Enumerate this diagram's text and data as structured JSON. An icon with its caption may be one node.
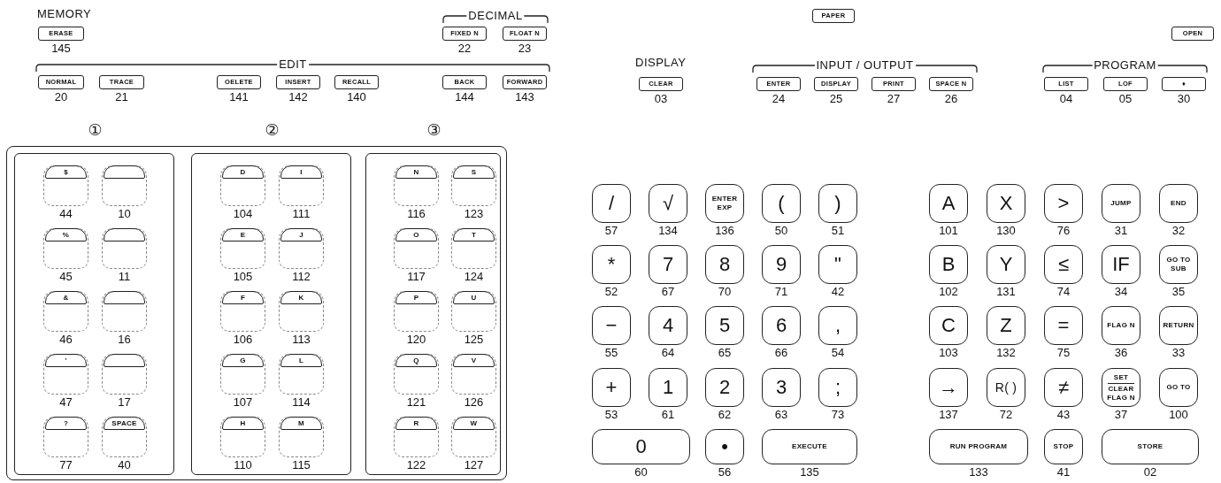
{
  "diagram": {
    "nodes": [
      {
        "text": [
          "ERASE"
        ],
        "beside": [
          "145"
        ]
      },
      {
        "text": [
          "FIXED N"
        ],
        "beside": [
          "22"
        ]
      },
      {
        "text": [
          "FLOAT N"
        ],
        "beside": [
          "23"
        ]
      },
      {
        "text": [
          "PAPER"
        ]
      },
      {
        "text": [
          "OPEN"
        ]
      },
      {
        "text": [
          "NORMAL"
        ],
        "beside": [
          "20"
        ]
      },
      {
        "text": [
          "TRACE"
        ],
        "beside": [
          "21"
        ]
      },
      {
        "text": [
          "OELETE"
        ],
        "beside": [
          "141"
        ]
      },
      {
        "text": [
          "INSERT"
        ],
        "beside": [
          "142"
        ]
      },
      {
        "text": [
          "RECALL"
        ],
        "beside": [
          "140"
        ]
      },
      {
        "text": [
          "BACK"
        ],
        "beside": [
          "144"
        ]
      },
      {
        "text": [
          "FORWARD"
        ],
        "beside": [
          "143"
        ]
      },
      {
        "text": [
          "CLEAR"
        ],
        "beside": [
          "03"
        ]
      },
      {
        "text": [
          "ENTER"
        ],
        "beside": [
          "24"
        ]
      },
      {
        "text": [
          "DISPLAY"
        ],
        "beside": [
          "25"
        ]
      },
      {
        "text": [
          "PRINT"
        ],
        "beside": [
          "27"
        ]
      },
      {
        "text": [
          "SPACE N"
        ],
        "beside": [
          "26"
        ]
      },
      {
        "text": [
          "LIST"
        ],
        "beside": [
          "04"
        ]
      },
      {
        "text": [
          "LOF"
        ],
        "beside": [
          "05"
        ]
      },
      {
        "text": [
          "♦"
        ],
        "beside": [
          "30"
        ]
      },
      {
        "text": [],
        "shape": "box"
      },
      {
        "text": [
          "①"
        ],
        "in": 20
      },
      {
        "text": [
          "$"
        ],
        "in": 21,
        "beside": [
          "44"
        ]
      },
      {
        "text": [],
        "shape": "box",
        "in": 21,
        "beside": [
          "10"
        ]
      },
      {
        "text": [
          "%"
        ],
        "in": 21,
        "beside": [
          "45"
        ]
      },
      {
        "text": [],
        "shape": "box",
        "in": 21,
        "beside": [
          "11"
        ]
      },
      {
        "text": [
          "&"
        ],
        "in": 21,
        "beside": [
          "46"
        ]
      },
      {
        "text": [],
        "shape": "box",
        "in": 21,
        "beside": [
          "16"
        ]
      },
      {
        "text": [
          "'"
        ],
        "in": 21,
        "beside": [
          "47"
        ]
      },
      {
        "text": [],
        "shape": "box",
        "in": 21,
        "beside": [
          "17"
        ]
      },
      {
        "text": [
          "?"
        ],
        "in": 21,
        "beside": [
          "77"
        ]
      },
      {
        "text": [
          "SPACE"
        ],
        "in": 21,
        "beside": [
          "40"
        ]
      },
      {
        "text": [
          "②"
        ],
        "in": 20
      },
      {
        "text": [
          "D"
        ],
        "in": 32,
        "beside": [
          "104"
        ]
      },
      {
        "text": [
          "I"
        ],
        "in": 32,
        "beside": [
          "111"
        ]
      },
      {
        "text": [
          "E"
        ],
        "in": 32,
        "beside": [
          "105"
        ]
      },
      {
        "text": [
          "J"
        ],
        "in": 32,
        "beside": [
          "112"
        ]
      },
      {
        "text": [
          "F"
        ],
        "in": 32,
        "beside": [
          "106"
        ]
      },
      {
        "text": [
          "K"
        ],
        "in": 32,
        "beside": [
          "113"
        ]
      },
      {
        "text": [
          "G"
        ],
        "in": 32,
        "beside": [
          "107"
        ]
      },
      {
        "text": [
          "L"
        ],
        "in": 32,
        "beside": [
          "114"
        ]
      },
      {
        "text": [
          "H"
        ],
        "in": 32,
        "beside": [
          "110"
        ]
      },
      {
        "text": [
          "M"
        ],
        "in": 32,
        "beside": [
          "115"
        ]
      },
      {
        "text": [
          "③"
        ],
        "in": 20
      },
      {
        "text": [
          "N"
        ],
        "in": 43,
        "beside": [
          "116"
        ]
      },
      {
        "text": [
          "S"
        ],
        "in": 43,
        "beside": [
          "123"
        ]
      },
      {
        "text": [
          "O"
        ],
        "in": 43,
        "beside": [
          "117"
        ]
      },
      {
        "text": [
          "T"
        ],
        "in": 43,
        "beside": [
          "124"
        ]
      },
      {
        "text": [
          "P"
        ],
        "in": 43,
        "beside": [
          "120"
        ]
      },
      {
        "text": [
          "U"
        ],
        "in": 43,
        "beside": [
          "125"
        ]
      },
      {
        "text": [
          "Q"
        ],
        "in": 43,
        "beside": [
          "121"
        ]
      },
      {
        "text": [
          "V"
        ],
        "in": 43,
        "beside": [
          "126"
        ]
      },
      {
        "text": [
          "R"
        ],
        "in": 43,
        "beside": [
          "122"
        ]
      },
      {
        "text": [
          "W"
        ],
        "in": 43,
        "beside": [
          "127"
        ]
      },
      {
        "text": [
          "/"
        ],
        "beside": [
          "57"
        ]
      },
      {
        "text": [
          "√"
        ],
        "beside": [
          "134"
        ]
      },
      {
        "text": [
          "ENTER EXP"
        ],
        "beside": [
          "136"
        ]
      },
      {
        "text": [
          "("
        ],
        "beside": [
          "50"
        ]
      },
      {
        "text": [
          ")"
        ],
        "beside": [
          "51"
        ]
      },
      {
        "text": [
          "*"
        ],
        "beside": [
          "52"
        ]
      },
      {
        "text": [
          "7"
        ],
        "beside": [
          "67"
        ]
      },
      {
        "text": [
          "8"
        ],
        "beside": [
          "70"
        ]
      },
      {
        "text": [
          "9"
        ],
        "beside": [
          "71"
        ]
      },
      {
        "text": [
          "\""
        ],
        "beside": [
          "42"
        ]
      },
      {
        "text": [
          "−"
        ],
        "beside": [
          "55"
        ]
      },
      {
        "text": [
          "4"
        ],
        "beside": [
          "64"
        ]
      },
      {
        "text": [
          "5"
        ],
        "beside": [
          "65"
        ]
      },
      {
        "text": [
          "6"
        ],
        "beside": [
          "66"
        ]
      },
      {
        "text": [
          ","
        ],
        "beside": [
          "54"
        ]
      },
      {
        "text": [
          "+"
        ],
        "beside": [
          "53"
        ]
      },
      {
        "text": [
          "1"
        ],
        "beside": [
          "61"
        ]
      },
      {
        "text": [
          "2"
        ],
        "beside": [
          "62"
        ]
      },
      {
        "text": [
          "3"
        ],
        "beside": [
          "63"
        ]
      },
      {
        "text": [
          ";"
        ],
        "beside": [
          "73"
        ]
      },
      {
        "text": [
          "0"
        ],
        "beside": [
          "60"
        ]
      },
      {
        "text": [
          "•"
        ],
        "beside": [
          "56"
        ]
      },
      {
        "text": [
          "EXECUTE"
        ],
        "beside": [
          "135"
        ]
      },
      {
        "text": [
          "A"
        ],
        "beside": [
          "101"
        ]
      },
      {
        "text": [
          "X"
        ],
        "beside": [
          "130"
        ]
      },
      {
        "text": [
          ">"
        ],
        "beside": [
          "76"
        ]
      },
      {
        "text": [
          "JUMP"
        ],
        "beside": [
          "31"
        ]
      },
      {
        "text": [
          "END"
        ],
        "beside": [
          "32"
        ]
      },
      {
        "text": [
          "B"
        ],
        "beside": [
          "102"
        ]
      },
      {
        "text": [
          "Y"
        ],
        "beside": [
          "131"
        ]
      },
      {
        "text": [
          "≤"
        ],
        "beside": [
          "74"
        ]
      },
      {
        "text": [
          "IF"
        ],
        "beside": [
          "34"
        ]
      },
      {
        "text": [
          "GO TO SUB"
        ],
        "beside": [
          "35"
        ]
      },
      {
        "text": [
          "C"
        ],
        "beside": [
          "103"
        ]
      },
      {
        "text": [
          "Z"
        ],
        "beside": [
          "132"
        ]
      },
      {
        "text": [
          "="
        ],
        "beside": [
          "75"
        ]
      },
      {
        "text": [
          "FLAG N"
        ],
        "beside": [
          "36"
        ]
      },
      {
        "text": [
          "RETURN"
        ],
        "beside": [
          "33"
        ]
      },
      {
        "text": [
          "→"
        ],
        "beside": [
          "137"
        ]
      },
      {
        "text": [
          "R( )"
        ],
        "beside": [
          "72"
        ]
      },
      {
        "text": [
          "≠"
        ],
        "beside": [
          "43"
        ]
      },
      {
        "text": [
          "SET",
          "CLEAR FLAG N"
        ],
        "beside": [
          "37"
        ]
      },
      {
        "text": [
          "GO TO"
        ],
        "beside": [
          "100"
        ]
      },
      {
        "text": [
          "RUN PROGRAM"
        ],
        "beside": [
          "133"
        ]
      },
      {
        "text": [
          "STOP"
        ],
        "beside": [
          "41"
        ]
      },
      {
        "text": [
          "STORE"
        ],
        "beside": [
          "02"
        ]
      }
    ],
    "labels": [
      "MEMORY",
      "DECIMAL",
      "EDIT",
      "DISPLAY",
      "INPUT / OUTPUT",
      "PROGRAM"
    ]
  }
}
